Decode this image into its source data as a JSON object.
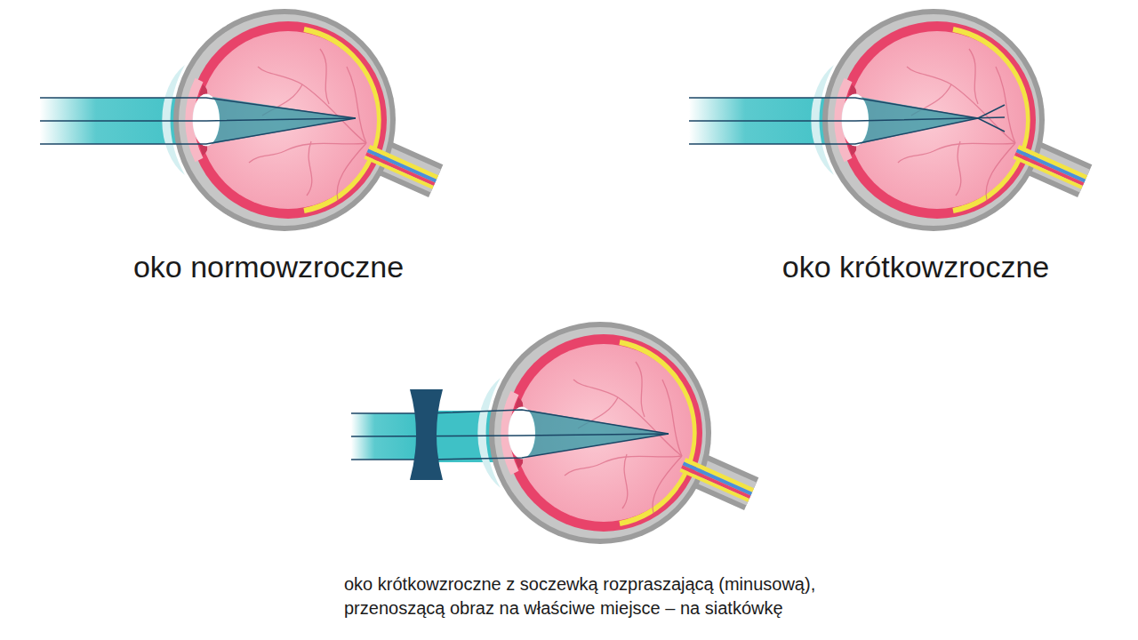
{
  "diagram": {
    "labels": [
      "oko normowzroczne",
      "oko krótkowzroczne",
      "oko krótkowzroczne z soczewką rozpraszającą (minusową), przenoszącą obraz na właściwe miejsce – na siatkówkę"
    ]
  }
}
